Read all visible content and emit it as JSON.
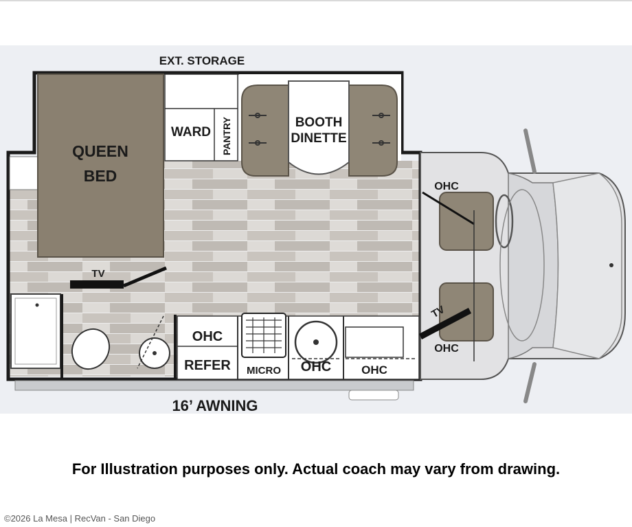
{
  "floorplan": {
    "labels": {
      "ext_storage": "EXT. STORAGE",
      "queen_bed_1": "QUEEN",
      "queen_bed_2": "BED",
      "ward": "WARD",
      "pantry": "PANTRY",
      "booth_1": "BOOTH",
      "booth_2": "DINETTE",
      "tv_bedroom": "TV",
      "tv_cab": "TV",
      "ohc_cab_top": "OHC",
      "ohc_cab_bottom": "OHC",
      "ohc_kitchen_1": "OHC",
      "refer": "REFER",
      "micro": "MICRO",
      "ohc_kitchen_2": "OHC",
      "ohc_kitchen_3": "OHC",
      "awning": "16’ AWNING"
    },
    "colors": {
      "wall": "#1a1a1a",
      "bed": "#8a8070",
      "floor_light": "#d6d3cf",
      "floor_dark": "#b7b2ac",
      "cab": "#e2e2e4",
      "seat": "#8f8676"
    }
  },
  "disclaimer": "For Illustration purposes only.  Actual coach may vary from drawing.",
  "footer": "©2026 La Mesa | RecVan - San Diego"
}
